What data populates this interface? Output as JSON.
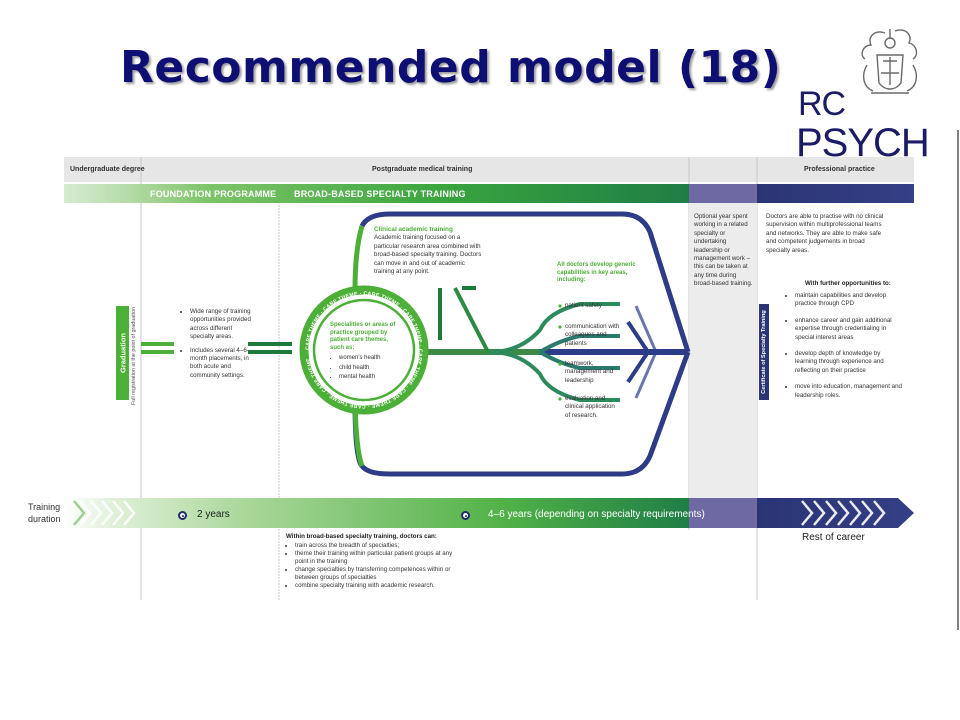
{
  "title": "Recommended model (18)",
  "logo": {
    "line1": "RC",
    "line2": "PSYCH"
  },
  "header": {
    "col1": "Undergraduate degree",
    "col2": "Postgraduate medical training",
    "col3": "Professional practice"
  },
  "bands": {
    "foundation": "FOUNDATION PROGRAMME",
    "broad_based": "BROAD-BASED  SPECIALTY TRAINING"
  },
  "graduation": {
    "label": "Graduation",
    "sub": "Full registration at the point of graduation"
  },
  "foundation_text": {
    "item1": "Wide range of training opportunities provided across different specialty areas.",
    "item2": "Includes several 4–6-month placements, in both acute and community settings."
  },
  "circle": {
    "ring_word": "CARE THEME",
    "heading": "Specialities or areas of practice grouped by patient care themes, such as:",
    "items": [
      "women's health",
      "child health",
      "mental health"
    ]
  },
  "clinical_academic": {
    "heading": "Clinical academic training",
    "body": "Academic training focused on a particular research area combined with broad-based specialty training. Doctors can move in and out of academic training at any point."
  },
  "generic": {
    "heading": "All doctors develop generic capabilities in key areas, including:",
    "items": [
      "patient safety",
      "communication with colleagues and patients",
      "teamwork, management and leadership",
      "evaluation and clinical application of research."
    ]
  },
  "optional_year": "Optional year spent working in a related specialty or undertaking leadership or management work – this can be taken at any time during broad-based training.",
  "professional": {
    "intro": "Doctors are able to practise with no clinical supervision within multiprofessional teams and networks. They are able to make safe and competent judgements in broad specialty areas.",
    "further_heading": "With further opportunities to:",
    "items": [
      "maintain capabilities and develop practice through CPD",
      "enhance career and gain additional expertise through credentialing in special interest areas",
      "develop depth of knowledge by learning through experience and reflecting on their practice",
      "move into education, management and leadership roles."
    ]
  },
  "certificate": "Certificate of Specialty Training",
  "duration": {
    "label": "Training duration",
    "two_years": "2 years",
    "four_six": "4–6 years (depending on specialty requirements)",
    "rest": "Rest of career"
  },
  "within": {
    "heading": "Within broad-based specialty training, doctors can:",
    "items": [
      "train across the breadth of specialties;",
      "theme their training within particular patient groups at any point in the training",
      "change specialties by transferring competences within or between groups of specialties",
      "combine specialty training with academic research."
    ]
  },
  "colors": {
    "title": "#0d0f73",
    "green": "#4caf37",
    "dark_green": "#1e7a3a",
    "navy": "#27306d",
    "purple": "#6e68a3"
  }
}
